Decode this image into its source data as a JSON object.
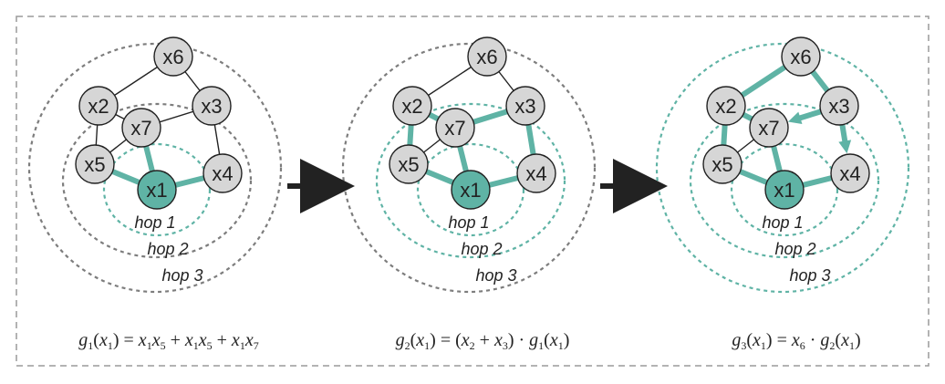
{
  "colors": {
    "teal": "#5fb3a5",
    "node_gray": "#d6d6d6",
    "ring_gray": "#7d7d7d",
    "edge": "#222222",
    "frame": "#9a9a9a"
  },
  "panels": [
    {
      "nodes": [
        {
          "id": "x6",
          "label": "x6",
          "highlight": false
        },
        {
          "id": "x2",
          "label": "x2",
          "highlight": false
        },
        {
          "id": "x3",
          "label": "x3",
          "highlight": false
        },
        {
          "id": "x7",
          "label": "x7",
          "highlight": false
        },
        {
          "id": "x5",
          "label": "x5",
          "highlight": false
        },
        {
          "id": "x1",
          "label": "x1",
          "highlight": true
        },
        {
          "id": "x4",
          "label": "x4",
          "highlight": false
        }
      ],
      "hops": [
        {
          "label": "hop 1",
          "active": true
        },
        {
          "label": "hop 2",
          "active": false
        },
        {
          "label": "hop 3",
          "active": false
        }
      ],
      "formula": {
        "lhs": "g",
        "lhs_sub": "1",
        "arg": "x",
        "arg_sub": "1",
        "rhs_parts": [
          {
            "t": "x",
            "s": "1"
          },
          {
            "t": "x",
            "s": "5"
          },
          {
            "op": " + "
          },
          {
            "t": "x",
            "s": "1"
          },
          {
            "t": "x",
            "s": "5"
          },
          {
            "op": " + "
          },
          {
            "t": "x",
            "s": "1"
          },
          {
            "t": "x",
            "s": "7"
          }
        ]
      }
    },
    {
      "nodes": [
        {
          "id": "x6",
          "label": "x6",
          "highlight": false
        },
        {
          "id": "x2",
          "label": "x2",
          "highlight": false
        },
        {
          "id": "x3",
          "label": "x3",
          "highlight": false
        },
        {
          "id": "x7",
          "label": "x7",
          "highlight": false
        },
        {
          "id": "x5",
          "label": "x5",
          "highlight": false
        },
        {
          "id": "x1",
          "label": "x1",
          "highlight": true
        },
        {
          "id": "x4",
          "label": "x4",
          "highlight": false
        }
      ],
      "hops": [
        {
          "label": "hop 1",
          "active": true
        },
        {
          "label": "hop 2",
          "active": true
        },
        {
          "label": "hop 3",
          "active": false
        }
      ],
      "formula": {
        "lhs": "g",
        "lhs_sub": "2",
        "arg": "x",
        "arg_sub": "1",
        "rhs_parts": [
          {
            "op": "("
          },
          {
            "t": "x",
            "s": "2"
          },
          {
            "op": " + "
          },
          {
            "t": "x",
            "s": "3"
          },
          {
            "op": ") · "
          },
          {
            "t": "g",
            "s": "1"
          },
          {
            "op": "("
          },
          {
            "t": "x",
            "s": "1"
          },
          {
            "op": ")"
          }
        ]
      }
    },
    {
      "nodes": [
        {
          "id": "x6",
          "label": "x6",
          "highlight": false
        },
        {
          "id": "x2",
          "label": "x2",
          "highlight": false
        },
        {
          "id": "x3",
          "label": "x3",
          "highlight": false
        },
        {
          "id": "x7",
          "label": "x7",
          "highlight": false
        },
        {
          "id": "x5",
          "label": "x5",
          "highlight": false
        },
        {
          "id": "x1",
          "label": "x1",
          "highlight": true
        },
        {
          "id": "x4",
          "label": "x4",
          "highlight": false
        }
      ],
      "hops": [
        {
          "label": "hop 1",
          "active": true
        },
        {
          "label": "hop 2",
          "active": true
        },
        {
          "label": "hop 3",
          "active": true
        }
      ],
      "formula": {
        "lhs": "g",
        "lhs_sub": "3",
        "arg": "x",
        "arg_sub": "1",
        "rhs_parts": [
          {
            "t": "x",
            "s": "6"
          },
          {
            "op": " · "
          },
          {
            "t": "g",
            "s": "2"
          },
          {
            "op": "("
          },
          {
            "t": "x",
            "s": "1"
          },
          {
            "op": ")"
          }
        ]
      }
    }
  ]
}
